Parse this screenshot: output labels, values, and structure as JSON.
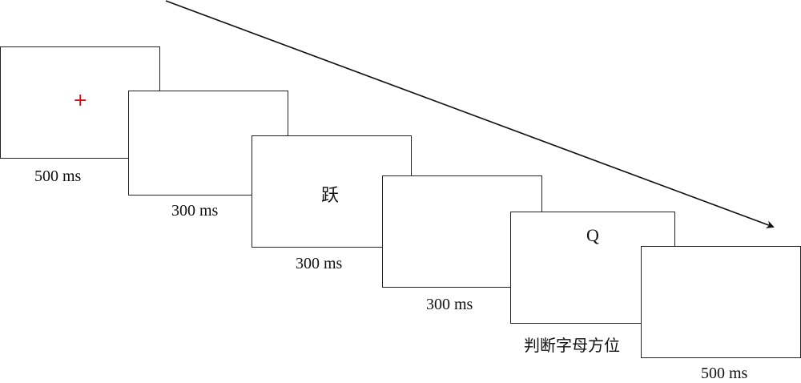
{
  "diagram": {
    "type": "trial-sequence",
    "frames": [
      {
        "id": "fixation",
        "stimulus": "+",
        "duration": "500 ms",
        "stimulus_color": "#d0101a"
      },
      {
        "id": "blank-1",
        "stimulus": "",
        "duration": "300 ms"
      },
      {
        "id": "prime",
        "stimulus": "跃",
        "duration": "300 ms"
      },
      {
        "id": "blank-2",
        "stimulus": "",
        "duration": "300 ms"
      },
      {
        "id": "target",
        "stimulus": "Q",
        "duration": "判断字母方位"
      },
      {
        "id": "blank-3",
        "stimulus": "",
        "duration": "500 ms"
      }
    ],
    "time_arrow": "time-direction"
  }
}
